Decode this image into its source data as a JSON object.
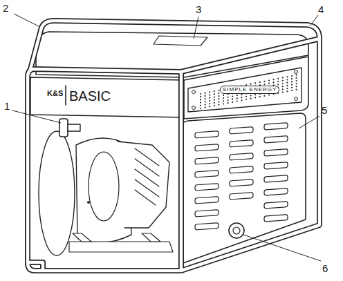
{
  "diagram": {
    "labels": [
      "1",
      "2",
      "3",
      "4",
      "5",
      "6",
      "K&S",
      "BASIC",
      "SIMPLE ENERGY"
    ]
  }
}
